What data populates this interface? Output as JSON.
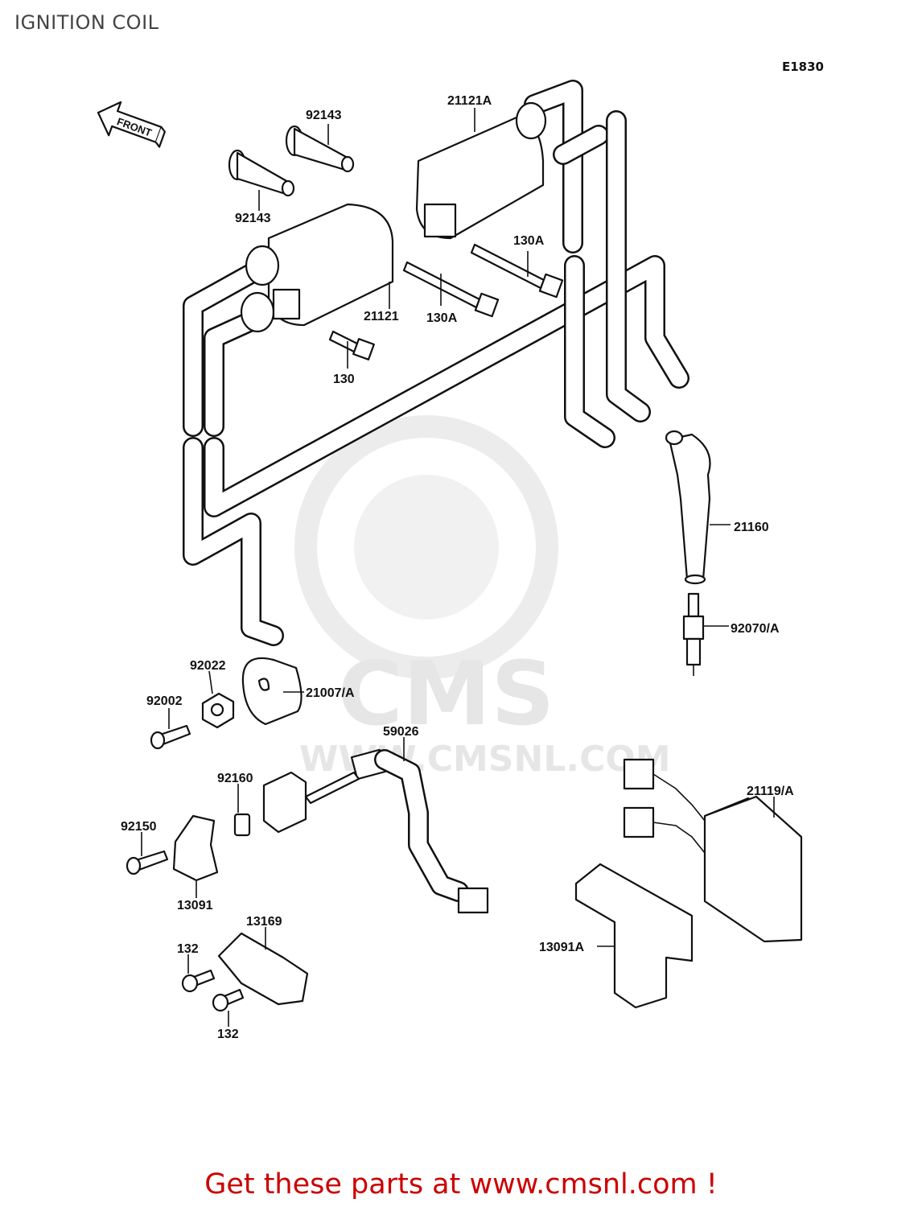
{
  "title": "IGNITION COIL",
  "diagram_code": "E1830",
  "front_label": "FRONT",
  "watermark": {
    "brand": "CMS",
    "url": "WWW.CMSNL.COM"
  },
  "callouts": {
    "c_92143_top": "92143",
    "c_92143_left": "92143",
    "c_21121A": "21121A",
    "c_130A_right": "130A",
    "c_130A_left": "130A",
    "c_21121": "21121",
    "c_130": "130",
    "c_21160": "21160",
    "c_92070A": "92070/A",
    "c_92022": "92022",
    "c_92002": "92002",
    "c_21007A": "21007/A",
    "c_59026": "59026",
    "c_92160": "92160",
    "c_92150": "92150",
    "c_13091": "13091",
    "c_21119A": "21119/A",
    "c_13169": "13169",
    "c_132_top": "132",
    "c_132_bottom": "132",
    "c_13091A": "13091A"
  },
  "footer": "Get these parts at www.cmsnl.com !"
}
